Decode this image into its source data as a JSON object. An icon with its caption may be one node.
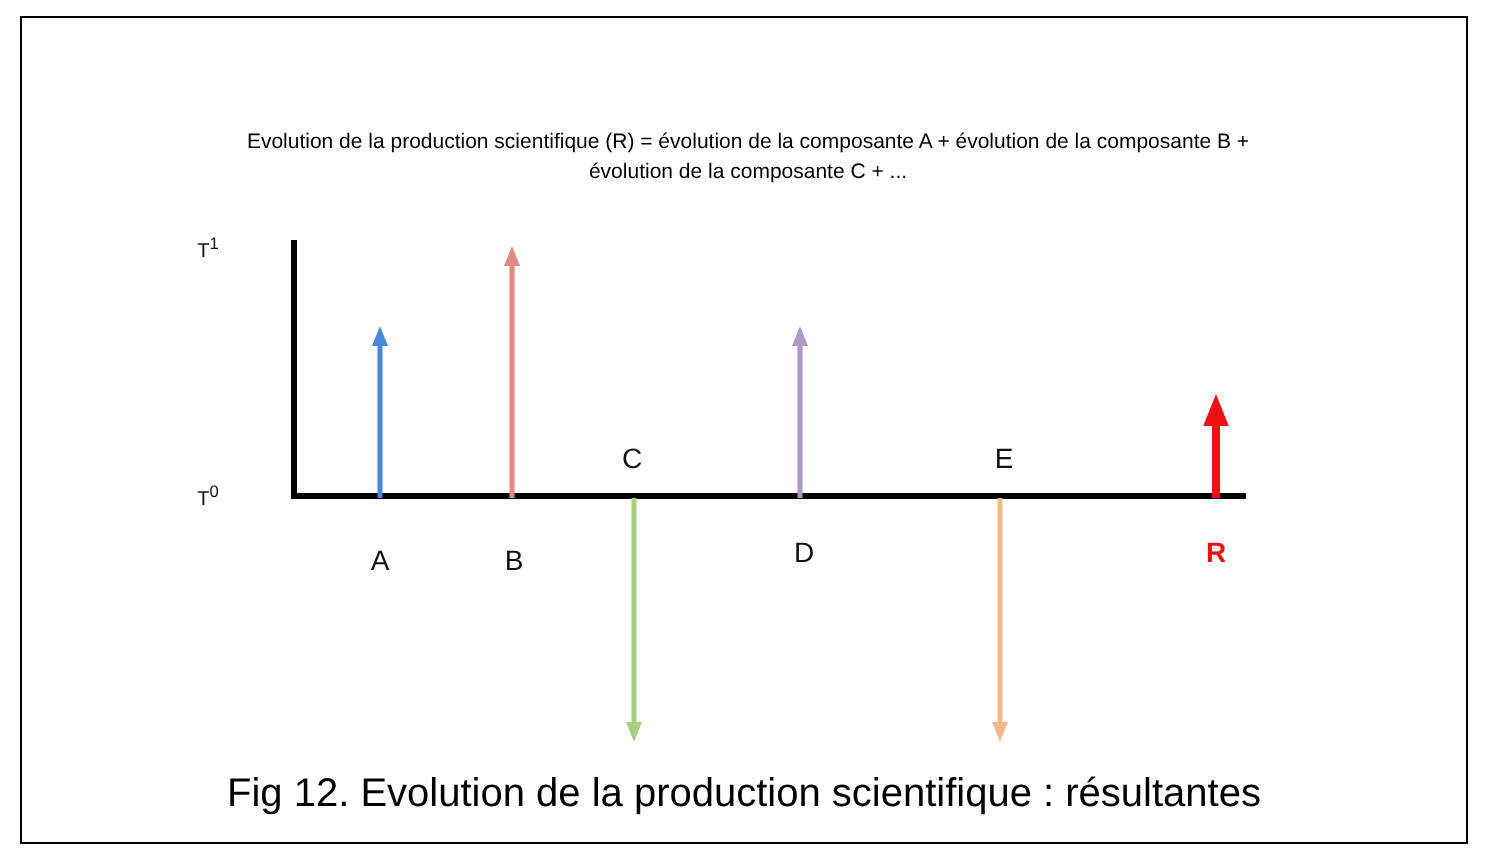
{
  "diagram": {
    "title": "Evolution de la production scientifique (R) = évolution de la composante A + évolution de la composante B + évolution de la composante C + ...",
    "caption": "Fig 12. Evolution de la production scientifique : résultantes",
    "labels": [
      "T$^{1}$",
      "C",
      "E",
      "T$^{0}$",
      "A",
      "B",
      "D",
      "R"
    ]
  }
}
